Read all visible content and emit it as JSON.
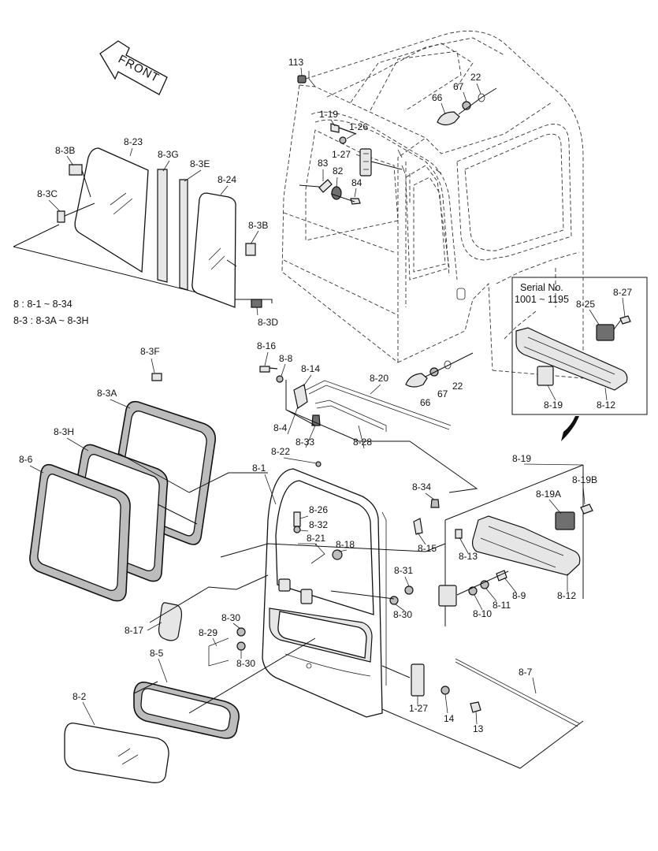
{
  "diagram": {
    "direction_label": "FRONT",
    "legend": {
      "line1": "8 : 8-1 ~ 8-34",
      "line2": "8-3 : 8-3A ~ 8-3H"
    },
    "inset": {
      "title_line1": "Serial No.",
      "title_line2": "1001 ~ 1195",
      "labels": [
        "8-27",
        "8-25",
        "8-19",
        "8-12"
      ]
    },
    "callouts": {
      "c113": "113",
      "c67a": "67",
      "c22a": "22",
      "c66a": "66",
      "c119": "1-19",
      "c126": "1-26",
      "c127a": "1-27",
      "c83": "83",
      "c82": "82",
      "c84": "84",
      "c823": "8-23",
      "c83g": "8-3G",
      "c83e": "8-3E",
      "c824": "8-24",
      "c83b1": "8-3B",
      "c83c": "8-3C",
      "c83b2": "8-3B",
      "c83d": "8-3D",
      "c816": "8-16",
      "c88": "8-8",
      "c814": "8-14",
      "c820": "8-20",
      "c83f": "8-3F",
      "c66b": "66",
      "c67b": "67",
      "c22b": "22",
      "c83a": "8-3A",
      "c84x": "8-4",
      "c833": "8-33",
      "c828": "8-28",
      "c83h": "8-3H",
      "c822": "8-22",
      "c86": "8-6",
      "c81": "8-1",
      "c834": "8-34",
      "c819": "8-19",
      "c819b": "8-19B",
      "c819a": "8-19A",
      "c826": "8-26",
      "c832": "8-32",
      "c821": "8-21",
      "c818": "8-18",
      "c815": "8-15",
      "c813": "8-13",
      "c831": "8-31",
      "c830a": "8-30",
      "c812": "8-12",
      "c89": "8-9",
      "c811": "8-11",
      "c810": "8-10",
      "c817": "8-17",
      "c830b": "8-30",
      "c829": "8-29",
      "c830c": "8-30",
      "c85": "8-5",
      "c87": "8-7",
      "c82x": "8-2",
      "c127b": "1-27",
      "c14": "14",
      "c13": "13"
    }
  }
}
